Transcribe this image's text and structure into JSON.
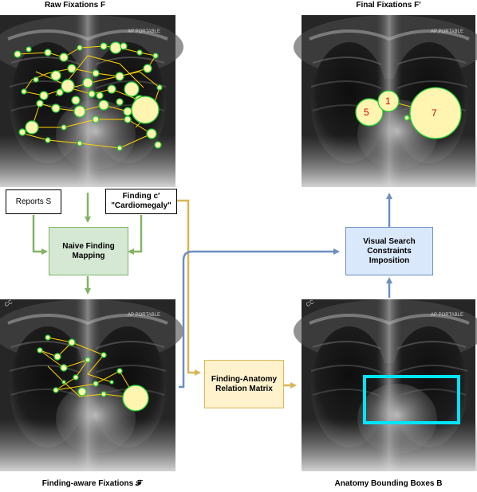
{
  "captions": {
    "raw": "Raw Fixations F",
    "final": "Final Fixations F′",
    "aware": "Finding-aware Fixations 𝓕",
    "anatomy": "Anatomy Bounding Boxes B"
  },
  "inputs": {
    "reports": "Reports S",
    "finding_line1": "Finding c′",
    "finding_line2": "\"Cardiomegaly\""
  },
  "process": {
    "naive_line1": "Naive Finding",
    "naive_line2": "Mapping",
    "matrix_line1": "Finding-Anatomy",
    "matrix_line2": "Relation Matrix",
    "visual_line1": "Visual Search",
    "visual_line2": "Constraints",
    "visual_line3": "Imposition"
  },
  "xray_labels": {
    "marker": "AP PORTABLE",
    "corner": "CC"
  },
  "final_fixation_numbers": [
    "5",
    "1",
    "7"
  ],
  "colors": {
    "green_arrow": "#82b366",
    "gold_arrow": "#d6b656",
    "blue_arrow": "#6c8ebf",
    "green_fill": "#d5e8d4",
    "gold_fill": "#fff2cc",
    "blue_fill": "#dae8fc",
    "fixation_edge": "#22cc33",
    "fixation_fill": "#fff5b0",
    "scanpath": "#ffd400",
    "bbox": "#00e5ff",
    "fixation_number": "#cc0000"
  }
}
